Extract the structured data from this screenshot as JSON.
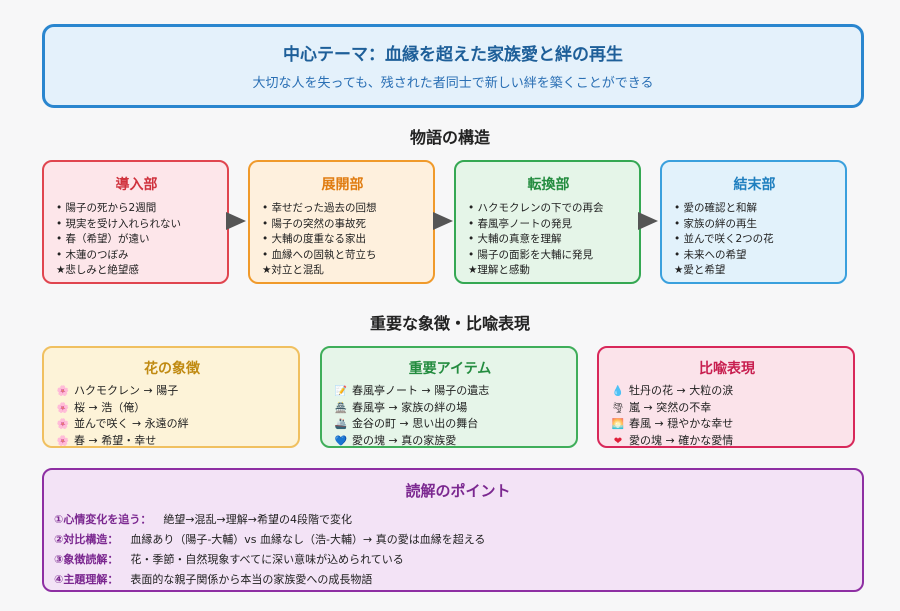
{
  "theme": {
    "title": "中心テーマ：血縁を超えた家族愛と絆の再生",
    "subtitle": "大切な人を失っても、残された者同士で新しい絆を築くことができる"
  },
  "structure": {
    "heading": "物語の構造",
    "stages": [
      {
        "title": "導入部",
        "items": [
          "• 陽子の死から2週間",
          "• 現実を受け入れられない",
          "• 春（希望）が遠い",
          "• 木蓮のつぼみ",
          "★悲しみと絶望感"
        ]
      },
      {
        "title": "展開部",
        "items": [
          "• 幸せだった過去の回想",
          "• 陽子の突然の事故死",
          "• 大輔の度重なる家出",
          "• 血縁への固執と苛立ち",
          "★対立と混乱"
        ]
      },
      {
        "title": "転換部",
        "items": [
          "• ハクモクレンの下での再会",
          "• 春風亭ノートの発見",
          "• 大輔の真意を理解",
          "• 陽子の面影を大輔に発見",
          "★理解と感動"
        ]
      },
      {
        "title": "結末部",
        "items": [
          "• 愛の確認と和解",
          "• 家族の絆の再生",
          "• 並んで咲く2つの花",
          "• 未来への希望",
          "★愛と希望"
        ]
      }
    ]
  },
  "symbols": {
    "heading": "重要な象徴・比喩表現",
    "panels": [
      {
        "title": "花の象徴",
        "items": [
          {
            "icon": "🌸",
            "text": "ハクモクレン → 陽子"
          },
          {
            "icon": "🌸",
            "text": "桜 → 浩（俺）"
          },
          {
            "icon": "🌸",
            "text": "並んで咲く → 永遠の絆"
          },
          {
            "icon": "🌸",
            "text": "春 → 希望・幸せ"
          }
        ]
      },
      {
        "title": "重要アイテム",
        "items": [
          {
            "icon": "📝",
            "text": "春風亭ノート → 陽子の遺志"
          },
          {
            "icon": "🏯",
            "text": "春風亭 → 家族の絆の場"
          },
          {
            "icon": "🚢",
            "text": "金谷の町 → 思い出の舞台"
          },
          {
            "icon": "💙",
            "text": "愛の塊 → 真の家族愛"
          }
        ]
      },
      {
        "title": "比喩表現",
        "items": [
          {
            "icon": "💧",
            "text": "牡丹の花 → 大粒の涙"
          },
          {
            "icon": "🌪",
            "text": "嵐 → 突然の不幸"
          },
          {
            "icon": "🌅",
            "text": "春風 → 穏やかな幸せ"
          },
          {
            "icon": "❤",
            "text": "愛の塊 → 確かな愛情"
          }
        ]
      }
    ]
  },
  "reading": {
    "title": "読解のポイント",
    "points": [
      {
        "key": "①心情変化を追う：",
        "text": "絶望→混乱→理解→希望の4段階で変化"
      },
      {
        "key": "②対比構造：",
        "text": "血縁あり（陽子-大輔）vs 血縁なし（浩-大輔）→ 真の愛は血縁を超える"
      },
      {
        "key": "③象徴読解：",
        "text": "花・季節・自然現象すべてに深い意味が込められている"
      },
      {
        "key": "④主題理解：",
        "text": "表面的な親子関係から本当の家族愛への成長物語"
      }
    ]
  },
  "colors": {
    "stage_intro": "#e0454f",
    "stage_develop": "#f09a2b",
    "stage_turn": "#35a853",
    "stage_end": "#3aa0dd",
    "panel_flower": "#f0c060",
    "panel_item": "#3fae5a",
    "panel_metaphor": "#d8285a",
    "reading": "#8e2fa3"
  }
}
